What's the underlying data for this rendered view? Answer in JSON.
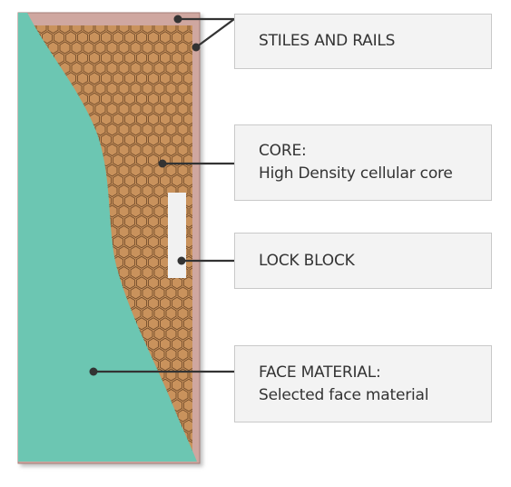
{
  "colors": {
    "frame": "#cfa7a0",
    "frame_stroke": "#a57e78",
    "core_fill": "#c9925c",
    "core_cell_stroke": "#6b4626",
    "lock_block": "#f1f1f1",
    "face_material": "#6cc6b2",
    "leader_line": "#333333",
    "box_fill": "#f3f3f3",
    "box_border": "#c9c9c9",
    "text": "#333333"
  },
  "callouts": {
    "stiles_rails": {
      "title": "STILES AND RAILS"
    },
    "core": {
      "title": "CORE:",
      "subtitle": "High Density cellular core"
    },
    "lock_block": {
      "title": "LOCK BLOCK"
    },
    "face_material": {
      "title": "FACE MATERIAL:",
      "subtitle": "Selected face material"
    }
  }
}
